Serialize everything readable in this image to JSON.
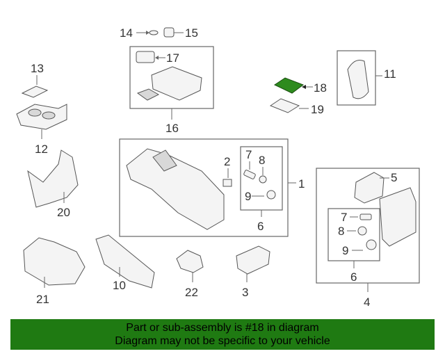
{
  "diagram": {
    "callouts": {
      "c1": "1",
      "c3": "3",
      "c4": "4",
      "c5": "5",
      "c6a": "6",
      "c6b": "6",
      "c7a": "7",
      "c7b": "7",
      "c8a": "8",
      "c8b": "8",
      "c9a": "9",
      "c9b": "9",
      "c10": "10",
      "c11": "11",
      "c12": "12",
      "c13": "13",
      "c14": "14",
      "c15": "15",
      "c16": "16",
      "c17": "17",
      "c18": "18",
      "c19": "19",
      "c20": "20",
      "c21": "21",
      "c22": "22",
      "c2": "2"
    },
    "highlight_color": "#2e8b1e"
  },
  "banner": {
    "line1": "Part or sub-assembly is #18 in diagram",
    "line2": "Diagram may not be specific to your vehicle",
    "color": "#1f7a12"
  }
}
